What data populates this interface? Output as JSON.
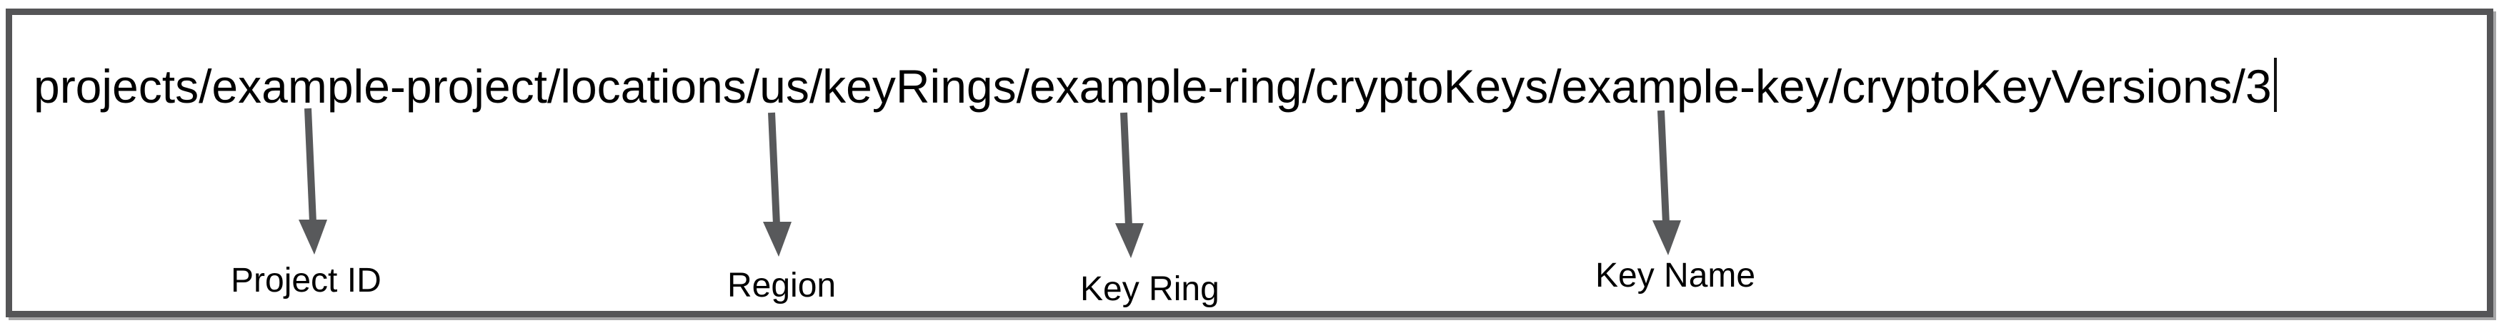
{
  "diagram": {
    "resource_path": "projects/example-project/locations/us/keyRings/example-ring/cryptoKeys/example-key/cryptoKeyVersions/3",
    "annotations": [
      {
        "label": "Project ID",
        "points_to": "example-project"
      },
      {
        "label": "Region",
        "points_to": "us"
      },
      {
        "label": "Key Ring",
        "points_to": "example-ring"
      },
      {
        "label": "Key Name",
        "points_to": "example-key"
      }
    ],
    "colors": {
      "arrow": "#58595b",
      "border": "#555557",
      "text": "#000000"
    }
  }
}
